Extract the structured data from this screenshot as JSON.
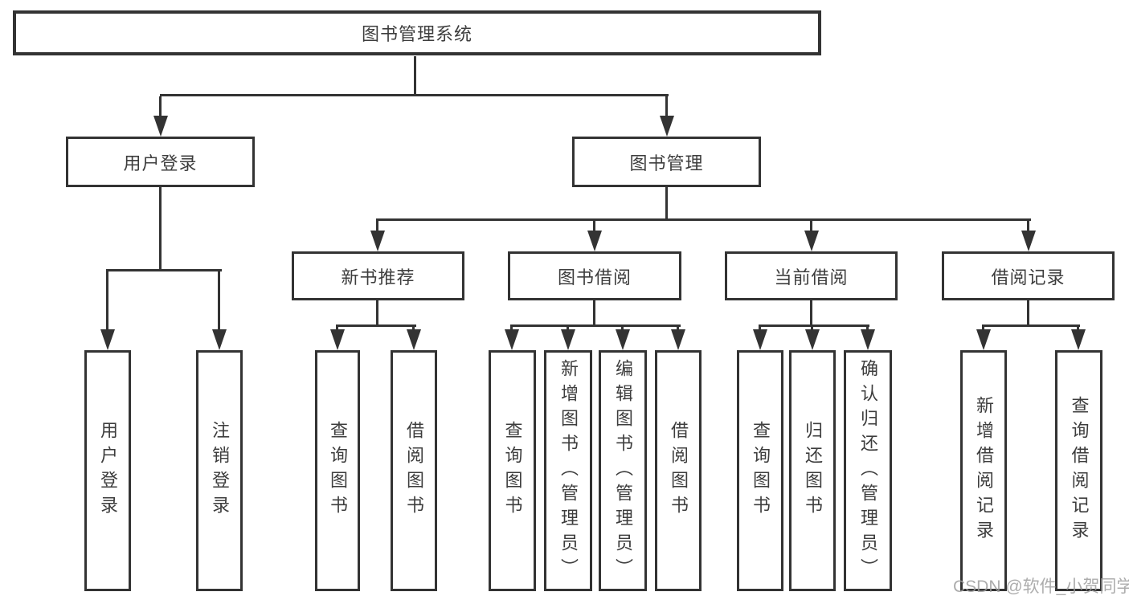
{
  "diagram": {
    "title": "图书管理系统",
    "tree": {
      "label": "图书管理系统",
      "children": [
        {
          "label": "用户登录",
          "children": [
            {
              "label": "用户登录"
            },
            {
              "label": "注销登录"
            }
          ]
        },
        {
          "label": "图书管理",
          "children": [
            {
              "label": "新书推荐",
              "children": [
                {
                  "label": "查询图书"
                },
                {
                  "label": "借阅图书"
                }
              ]
            },
            {
              "label": "图书借阅",
              "children": [
                {
                  "label": "查询图书"
                },
                {
                  "label": "新增图书（管理员）"
                },
                {
                  "label": "编辑图书（管理员）"
                },
                {
                  "label": "借阅图书"
                }
              ]
            },
            {
              "label": "当前借阅",
              "children": [
                {
                  "label": "查询图书"
                },
                {
                  "label": "归还图书"
                },
                {
                  "label": "确认归还（管理员）"
                }
              ]
            },
            {
              "label": "借阅记录",
              "children": [
                {
                  "label": "新增借阅记录"
                },
                {
                  "label": "查询借阅记录"
                }
              ]
            }
          ]
        }
      ]
    }
  },
  "watermark": {
    "text": "CSDN @软件_小贺同学"
  },
  "colors": {
    "line": "#333333",
    "text": "#3d3d3d",
    "background": "#ffffff",
    "watermark": "#9e9e9e"
  }
}
